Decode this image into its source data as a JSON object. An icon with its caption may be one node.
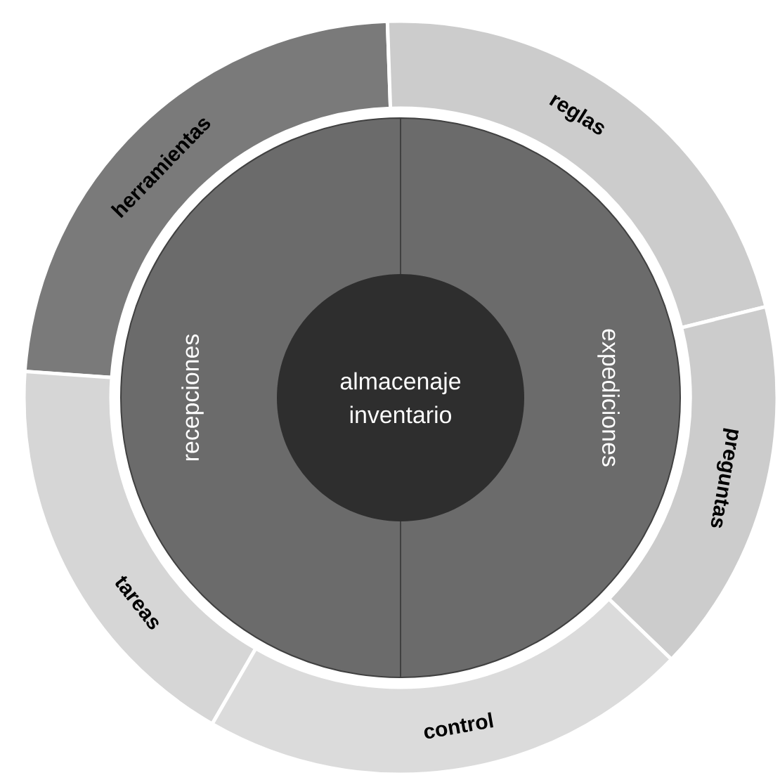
{
  "diagram": {
    "nodes": [
      {
        "text": [
          "herramientas"
        ]
      },
      {
        "text": [
          "reglas"
        ]
      },
      {
        "text": [
          "recepciones"
        ]
      },
      {
        "text": [
          "almacenaje inventario"
        ]
      },
      {
        "text": [
          "expediciones"
        ]
      },
      {
        "text": [
          "preguntas"
        ]
      },
      {
        "text": [
          "tareas"
        ]
      },
      {
        "text": [
          "control"
        ]
      }
    ]
  }
}
